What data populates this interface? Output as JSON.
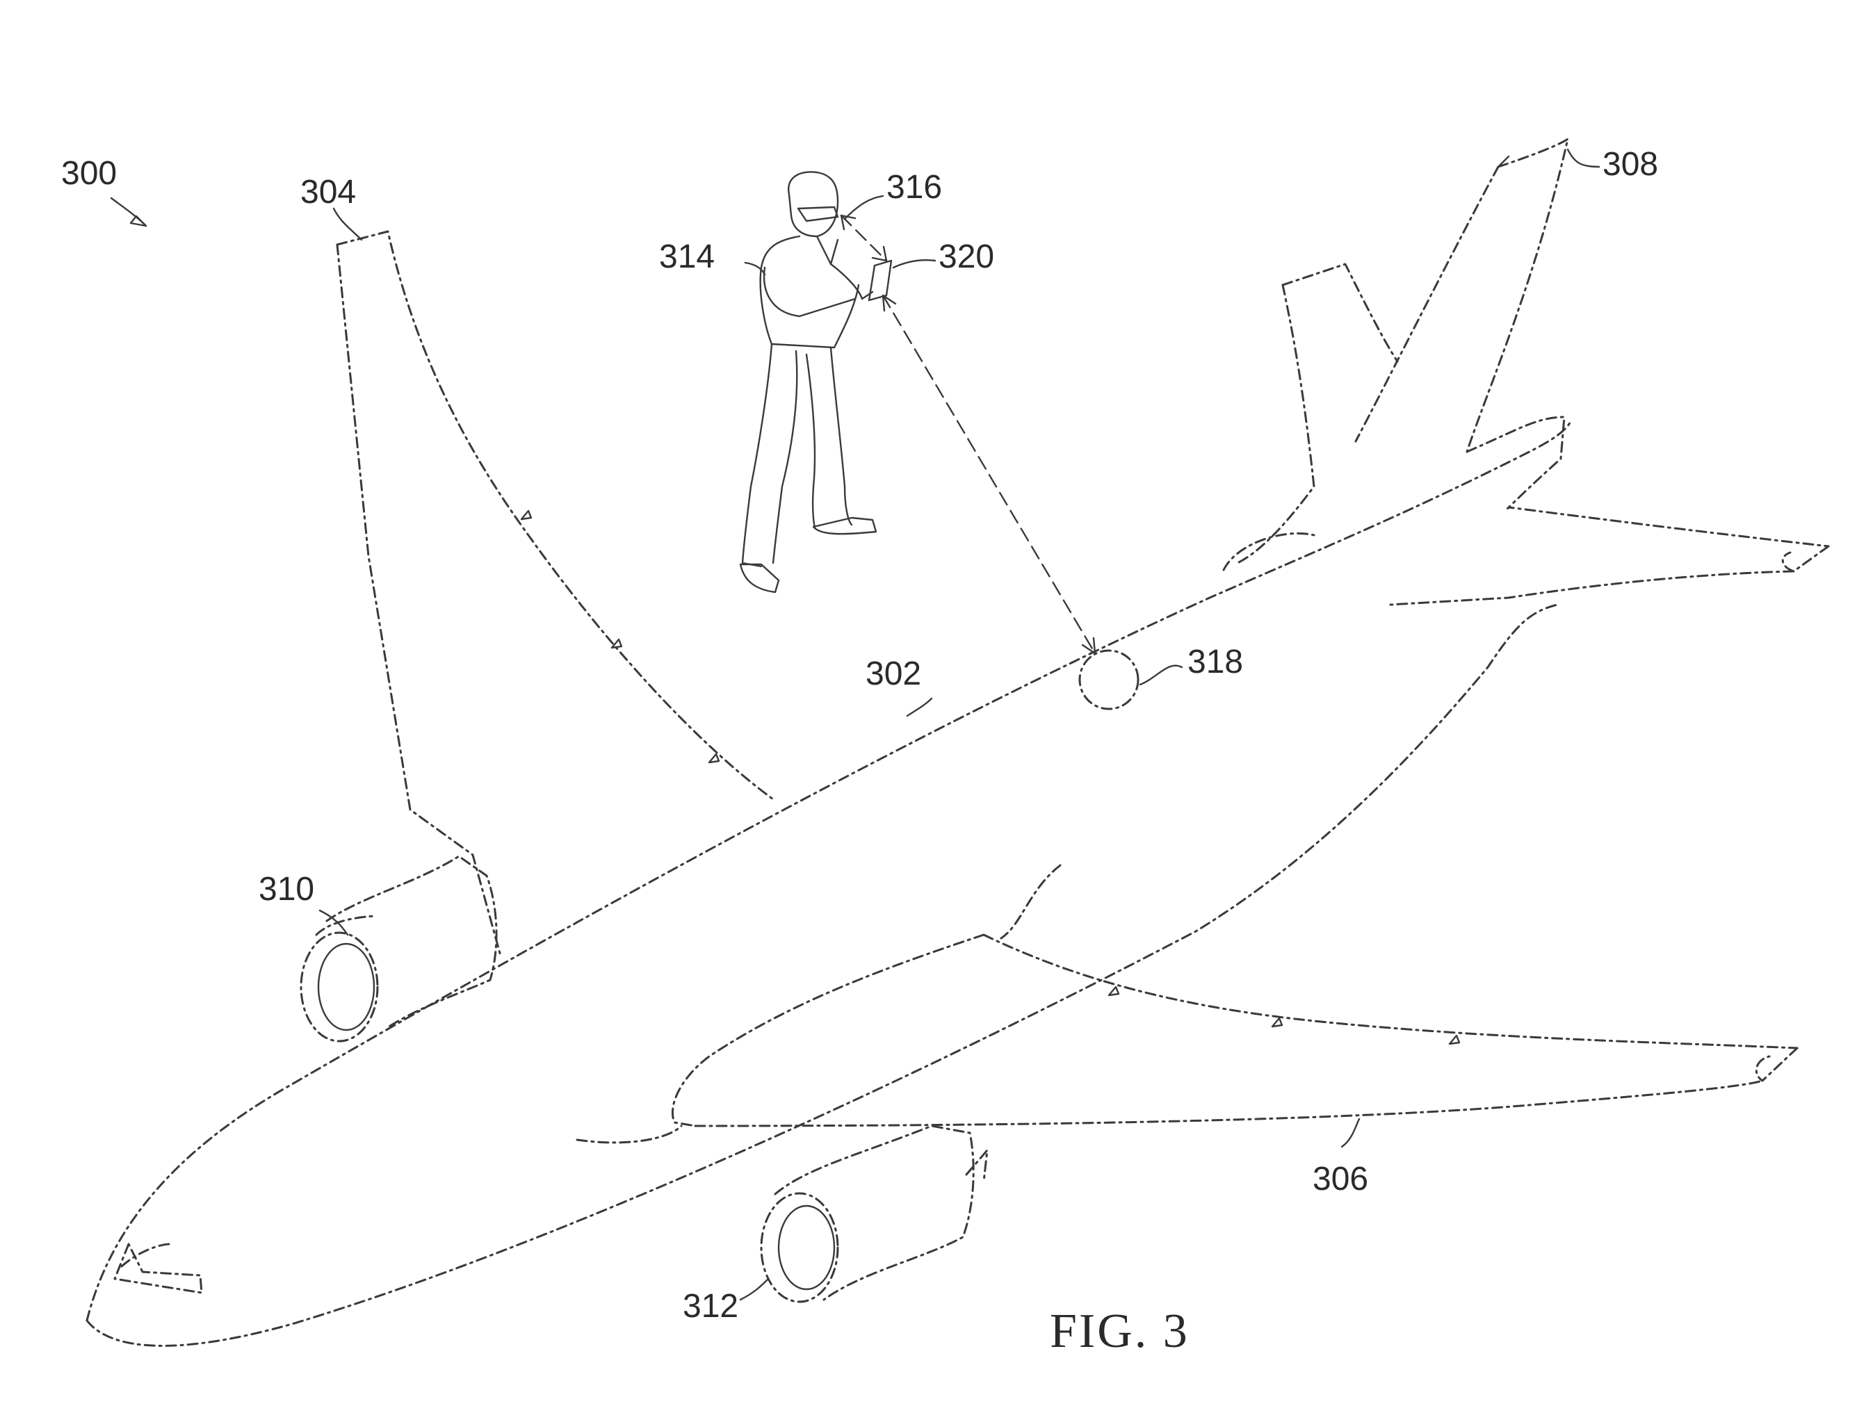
{
  "figure": {
    "caption": "FIG. 3",
    "reference_numerals": {
      "assembly": "300",
      "fuselage": "302",
      "left_wing": "304",
      "right_wing": "306",
      "tail": "308",
      "left_engine": "310",
      "right_engine": "312",
      "operator": "314",
      "head_mounted_display": "316",
      "target_location": "318",
      "handheld_device": "320"
    }
  }
}
